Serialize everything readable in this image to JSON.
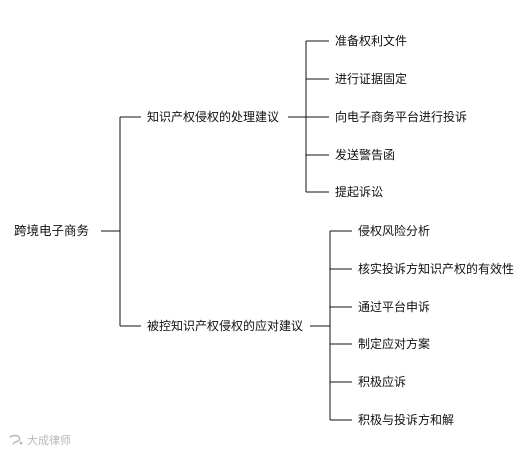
{
  "mindmap": {
    "root": "跨境电子商务",
    "branches": [
      {
        "label": "知识产权侵权的处理建议",
        "children": [
          "准备权利文件",
          "进行证据固定",
          "向电子商务平台进行投诉",
          "发送警告函",
          "提起诉讼"
        ]
      },
      {
        "label": "被控知识产权侵权的应对建议",
        "children": [
          "侵权风险分析",
          "核实投诉方知识产权的有效性",
          "通过平台申诉",
          "制定应对方案",
          "积极应诉",
          "积极与投诉方和解"
        ]
      }
    ]
  },
  "watermark": {
    "icon": "hook-logo-icon",
    "text": "大成律师"
  },
  "colors": {
    "line": "#111111",
    "text": "#111111",
    "watermark": "#b8b8b8"
  }
}
